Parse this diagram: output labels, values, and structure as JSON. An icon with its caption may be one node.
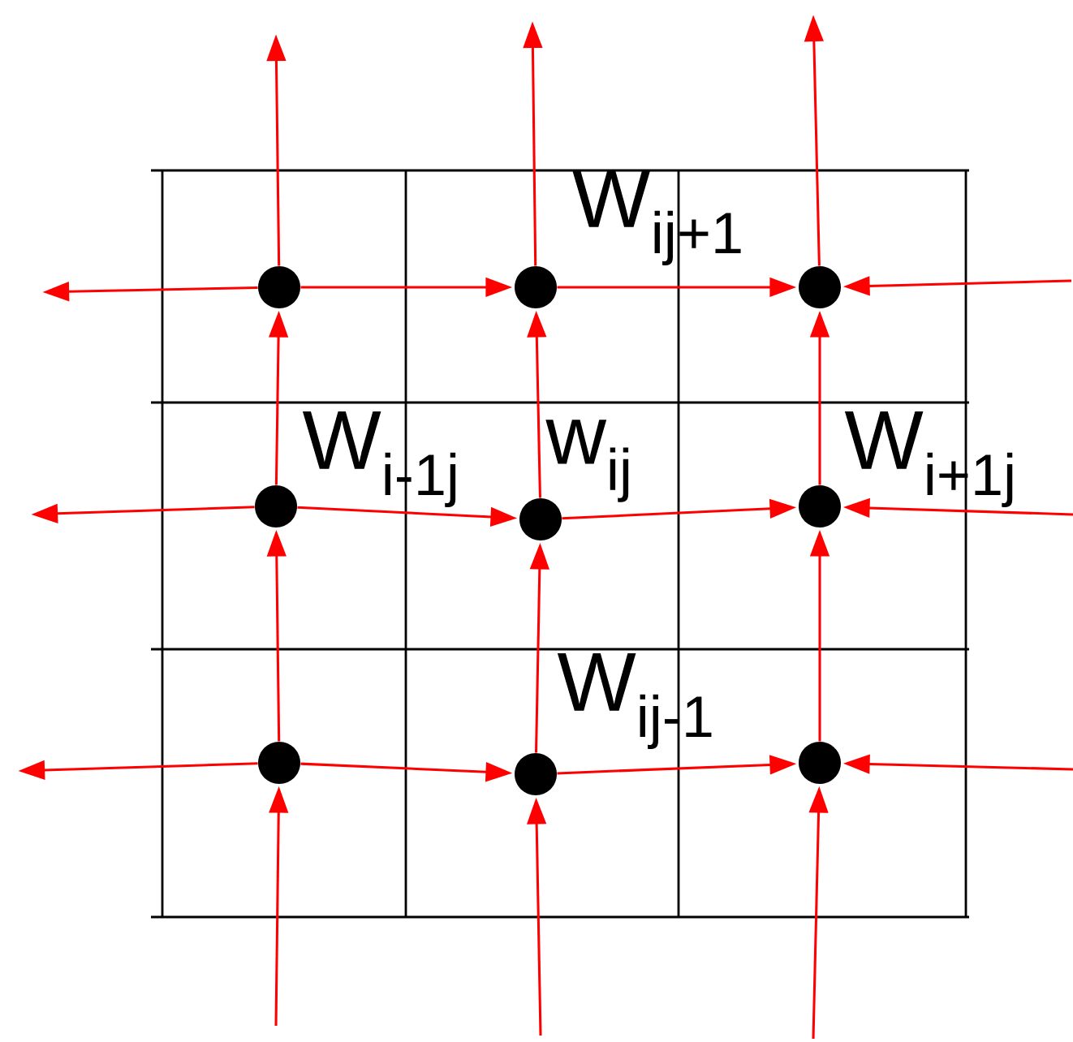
{
  "diagram": {
    "nodes": [
      {
        "text": [],
        "shape": "circle"
      },
      {
        "text": [],
        "shape": "circle",
        "beside": [
          "W$_{ij+1}$"
        ]
      },
      {
        "text": [],
        "shape": "circle"
      },
      {
        "text": [],
        "shape": "circle",
        "beside": [
          "W$_{i-1j}$"
        ]
      },
      {
        "text": [],
        "shape": "circle",
        "beside": [
          "w$_{ij}$"
        ]
      },
      {
        "text": [],
        "shape": "circle",
        "beside": [
          "W$_{i+1j}$"
        ]
      },
      {
        "text": [],
        "shape": "circle"
      },
      {
        "text": [],
        "shape": "circle",
        "beside": [
          "W$_{ij-1}$"
        ]
      },
      {
        "text": [],
        "shape": "circle"
      }
    ],
    "edges": [
      {
        "from": 0,
        "to": null,
        "arrow": "to"
      },
      {
        "from": 0,
        "to": 1,
        "arrow": "to"
      },
      {
        "from": 1,
        "to": 2,
        "arrow": "to"
      },
      {
        "from": null,
        "to": 2,
        "arrow": "to"
      },
      {
        "from": 3,
        "to": null,
        "arrow": "to"
      },
      {
        "from": 3,
        "to": 4,
        "arrow": "to"
      },
      {
        "from": 4,
        "to": 5,
        "arrow": "to"
      },
      {
        "from": null,
        "to": 5,
        "arrow": "to"
      },
      {
        "from": 6,
        "to": null,
        "arrow": "to"
      },
      {
        "from": 6,
        "to": 7,
        "arrow": "to"
      },
      {
        "from": 7,
        "to": 8,
        "arrow": "to"
      },
      {
        "from": null,
        "to": 8,
        "arrow": "to"
      },
      {
        "from": 0,
        "to": null,
        "arrow": "to"
      },
      {
        "from": 3,
        "to": 0,
        "arrow": "to"
      },
      {
        "from": 6,
        "to": 3,
        "arrow": "to"
      },
      {
        "from": null,
        "to": 6,
        "arrow": "to"
      },
      {
        "from": 1,
        "to": null,
        "arrow": "to"
      },
      {
        "from": 4,
        "to": 1,
        "arrow": "to"
      },
      {
        "from": 7,
        "to": 4,
        "arrow": "to"
      },
      {
        "from": null,
        "to": 7,
        "arrow": "to"
      },
      {
        "from": 2,
        "to": null,
        "arrow": "to"
      },
      {
        "from": 5,
        "to": 2,
        "arrow": "to"
      },
      {
        "from": 8,
        "to": 5,
        "arrow": "to"
      },
      {
        "from": null,
        "to": 8,
        "arrow": "to"
      }
    ]
  }
}
